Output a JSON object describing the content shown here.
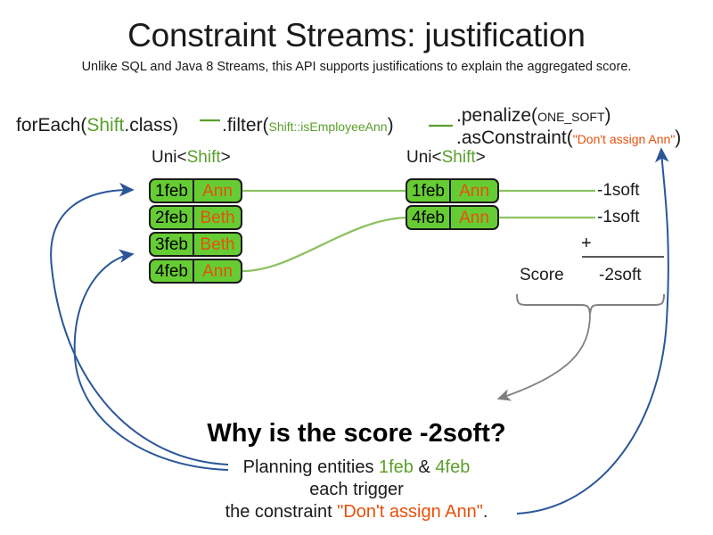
{
  "header": {
    "title": "Constraint Streams: justification",
    "subtitle": "Unlike SQL and Java 8 Streams, this API supports justifications to explain the aggregated score."
  },
  "colors": {
    "tuple_fill": "#66cc33",
    "tuple_border": "#1a1a1a",
    "name_text": "#e8500a",
    "type_green": "#5aa02c",
    "connector_green": "#8dc262",
    "arrow_blue": "#2a5699",
    "brace_gray": "#7f7f7f"
  },
  "pipeline": {
    "foreach": {
      "prefix": "forEach(",
      "type": "Shift",
      "suffix": ".class)"
    },
    "filter": {
      "prefix": ".filter(",
      "arg": "Shift::isEmployeeAnn",
      "suffix": ")"
    },
    "penalize": {
      "prefix": ".penalize(",
      "arg": "ONE_SOFT",
      "suffix": ")"
    },
    "as_constraint": {
      "prefix": ".asConstraint(",
      "arg": "\"Don't assign Ann\"",
      "suffix": ")"
    }
  },
  "streams": {
    "left": {
      "label_prefix": "Uni<",
      "label_type": "Shift",
      "label_suffix": ">",
      "rows": [
        {
          "date": "1feb",
          "name": "Ann"
        },
        {
          "date": "2feb",
          "name": "Beth"
        },
        {
          "date": "3feb",
          "name": "Beth"
        },
        {
          "date": "4feb",
          "name": "Ann"
        }
      ]
    },
    "right": {
      "label_prefix": "Uni<",
      "label_type": "Shift",
      "label_suffix": ">",
      "rows": [
        {
          "date": "1feb",
          "name": "Ann"
        },
        {
          "date": "4feb",
          "name": "Ann"
        }
      ]
    }
  },
  "score": {
    "impacts": [
      "-1soft",
      "-1soft"
    ],
    "operator": "+",
    "label": "Score",
    "total": "-2soft"
  },
  "explanation": {
    "heading": "Why is the score -2soft?",
    "line1_prefix": "Planning entities ",
    "line1_entity_a": "1feb",
    "line1_amp": " & ",
    "line1_entity_b": "4feb",
    "line2": "each trigger",
    "line3_prefix": "the constraint ",
    "line3_constraint": "\"Don't assign Ann\"",
    "line3_suffix": "."
  }
}
